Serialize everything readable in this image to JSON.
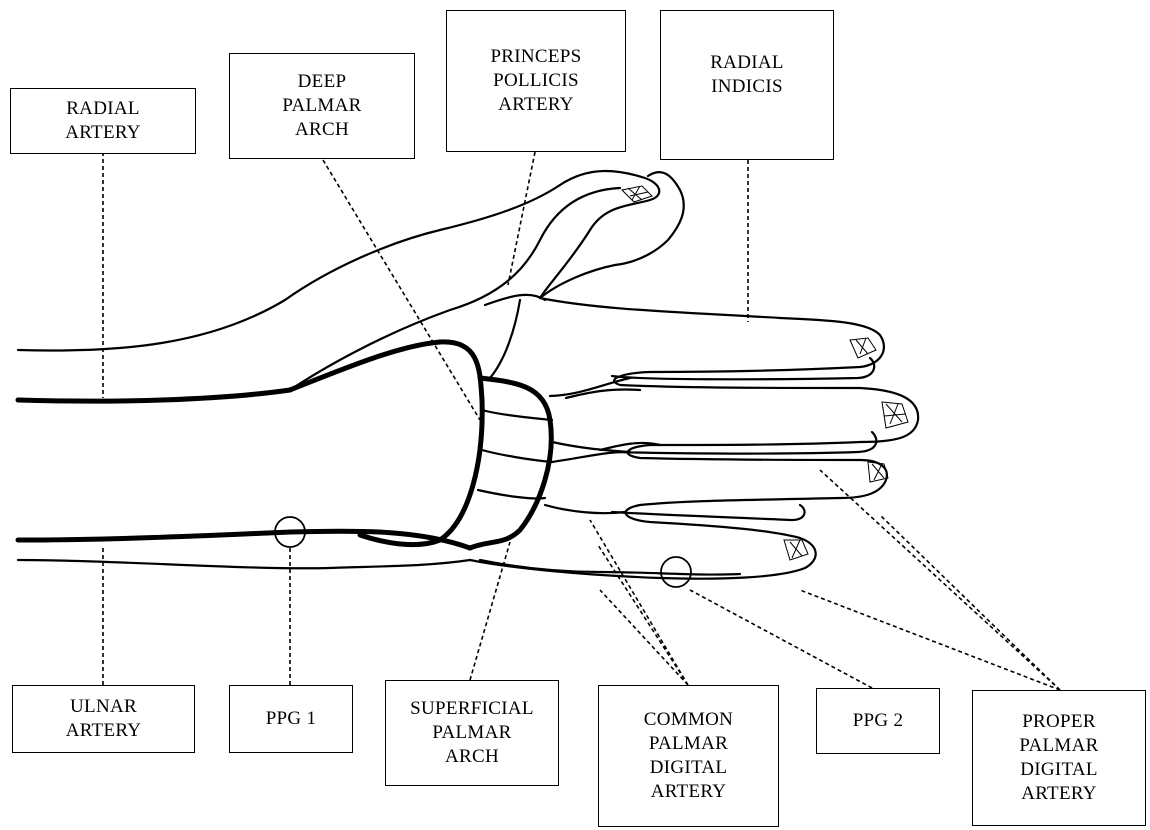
{
  "labels": {
    "radial_artery": [
      "RADIAL",
      "ARTERY"
    ],
    "deep_palmar_arch": [
      "DEEP",
      "PALMAR",
      "ARCH"
    ],
    "princeps_pollicis": [
      "PRINCEPS",
      "POLLICIS",
      "ARTERY"
    ],
    "radial_indicis": [
      "RADIAL",
      "INDICIS"
    ],
    "ulnar_artery": [
      "ULNAR",
      "ARTERY"
    ],
    "ppg1": [
      "PPG 1"
    ],
    "superficial_palmar_arch": [
      "SUPERFICIAL",
      "PALMAR",
      "ARCH"
    ],
    "common_palmar_digital": [
      "COMMON",
      "PALMAR",
      "DIGITAL",
      "ARTERY"
    ],
    "ppg2": [
      "PPG 2"
    ],
    "proper_palmar_digital": [
      "PROPER",
      "PALMAR",
      "DIGITAL",
      "ARTERY"
    ]
  },
  "colors": {
    "ink": "#000000",
    "background": "#ffffff"
  }
}
